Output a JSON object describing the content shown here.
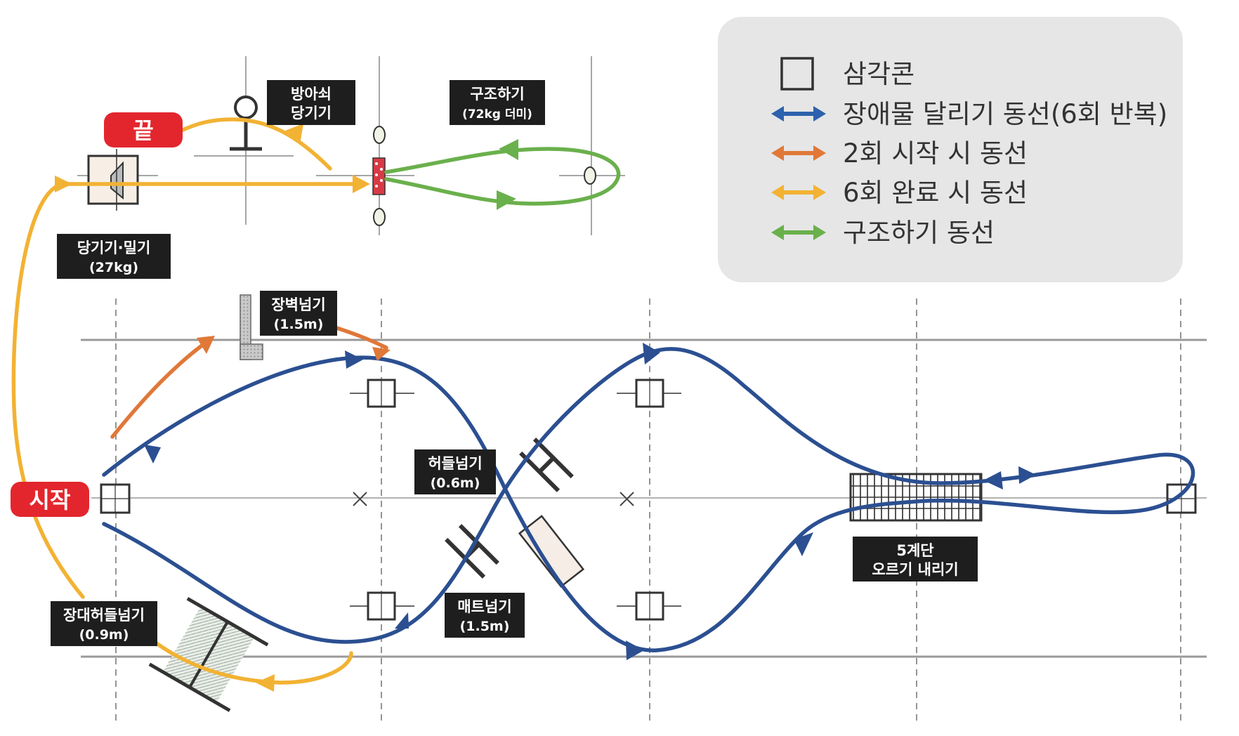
{
  "labels": {
    "start": "시작",
    "end": "끝",
    "dumbbell_line1": "방아쇠",
    "dumbbell_line2": "당기기",
    "rescue_line1": "구조하기",
    "rescue_line2": "(72kg 더미)",
    "pullpush_line1": "당기기·밀기",
    "pullpush_line2": "(27kg)",
    "wall_line1": "장벽넘기",
    "wall_line2": "(1.5m)",
    "hurdle_line1": "허들넘기",
    "hurdle_line2": "(0.6m)",
    "mat_line1": "매트넘기",
    "mat_line2": "(1.5m)",
    "long_hurdle_line1": "장대허들넘기",
    "long_hurdle_line2": "(0.9m)",
    "stairs_line1": "5계단",
    "stairs_line2": "오르기 내리기"
  },
  "legend": {
    "items": [
      {
        "text": "삼각콘",
        "kind": "square"
      },
      {
        "text": "장애물 달리기 동선(6회 반복)",
        "kind": "arrow",
        "color": "#2d62ad"
      },
      {
        "text": "2회 시작 시 동선",
        "kind": "arrow",
        "color": "#e07838"
      },
      {
        "text": "6회 완료 시 동선",
        "kind": "arrow",
        "color": "#f2b233"
      },
      {
        "text": "구조하기 동선",
        "kind": "arrow",
        "color": "#6ab04c"
      }
    ]
  },
  "colors": {
    "blue": "#2b4f91",
    "orange": "#e07838",
    "yellow": "#f2b233",
    "green": "#6ab04c",
    "red_badge": "#e3262d",
    "dark_label": "#1e1e1e"
  }
}
